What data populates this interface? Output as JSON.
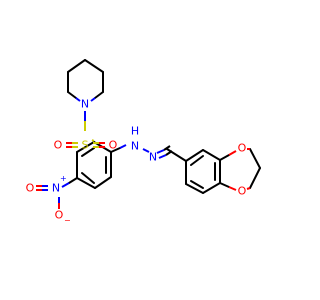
{
  "colors": {
    "carbon_bond": "#000000",
    "nitrogen": "#0000ff",
    "oxygen": "#ff0000",
    "sulfur": "#cccc00"
  },
  "labels": {
    "n_piperidine": "N",
    "s_sulfonyl": "S",
    "o_sulfonyl_left": "O",
    "o_sulfonyl_right": "O",
    "nh_n": "N",
    "nh_h": "H",
    "n_hydrazone": "N",
    "n_nitro": "N",
    "nitro_plus": "+",
    "o_nitro_left": "O",
    "o_nitro_bottom": "O",
    "nitro_minus": "−",
    "o_dioxole_top": "O",
    "o_dioxole_bottom": "O"
  }
}
